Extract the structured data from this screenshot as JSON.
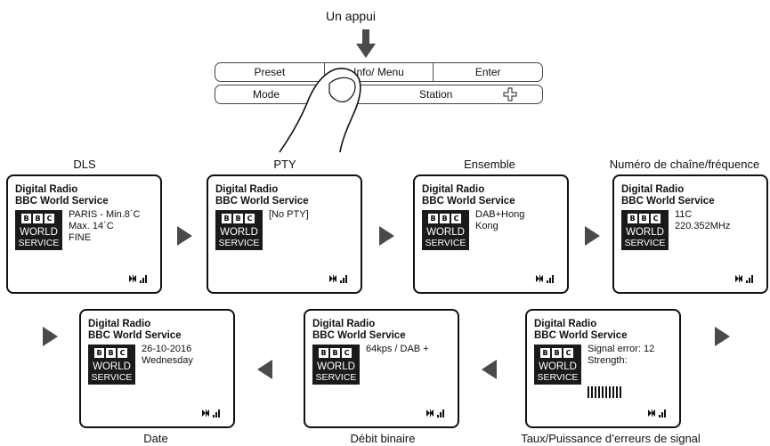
{
  "top_label": "Un appui",
  "panel": {
    "row1": [
      "Preset",
      "Info/ Menu",
      "Enter"
    ],
    "row2": [
      "Mode",
      "Station"
    ]
  },
  "logo": {
    "blocks": [
      "B",
      "B",
      "C"
    ],
    "line1": "WORLD",
    "line2": "SERVICE"
  },
  "screens": [
    {
      "caption": "DLS",
      "title1": "Digital Radio",
      "title2": "BBC World Service",
      "info": [
        "PARIS - Min.8´C",
        "Max. 14´C",
        "FINE"
      ]
    },
    {
      "caption": "PTY",
      "title1": "Digital Radio",
      "title2": "BBC World Service",
      "info": [
        "[No PTY]"
      ]
    },
    {
      "caption": "Ensemble",
      "title1": "Digital Radio",
      "title2": "BBC World Service",
      "info": [
        "DAB+Hong",
        "Kong"
      ]
    },
    {
      "caption": "Numéro de chaîne/fréquence",
      "title1": "Digital Radio",
      "title2": "BBC World Service",
      "info": [
        "11C",
        "220.352MHz"
      ]
    },
    {
      "caption": "Taux/Puissance d’erreurs de signal",
      "title1": "Digital Radio",
      "title2": "BBC World Service",
      "info": [
        "Signal error: 12",
        "Strength:"
      ]
    },
    {
      "caption": "Débit binaire",
      "title1": "Digital Radio",
      "title2": "BBC World Service",
      "info": [
        "64kps / DAB +"
      ]
    },
    {
      "caption": "Date",
      "title1": "Digital Radio",
      "title2": "BBC World Service",
      "info": [
        "26-10-2016",
        "Wednesday"
      ]
    }
  ]
}
